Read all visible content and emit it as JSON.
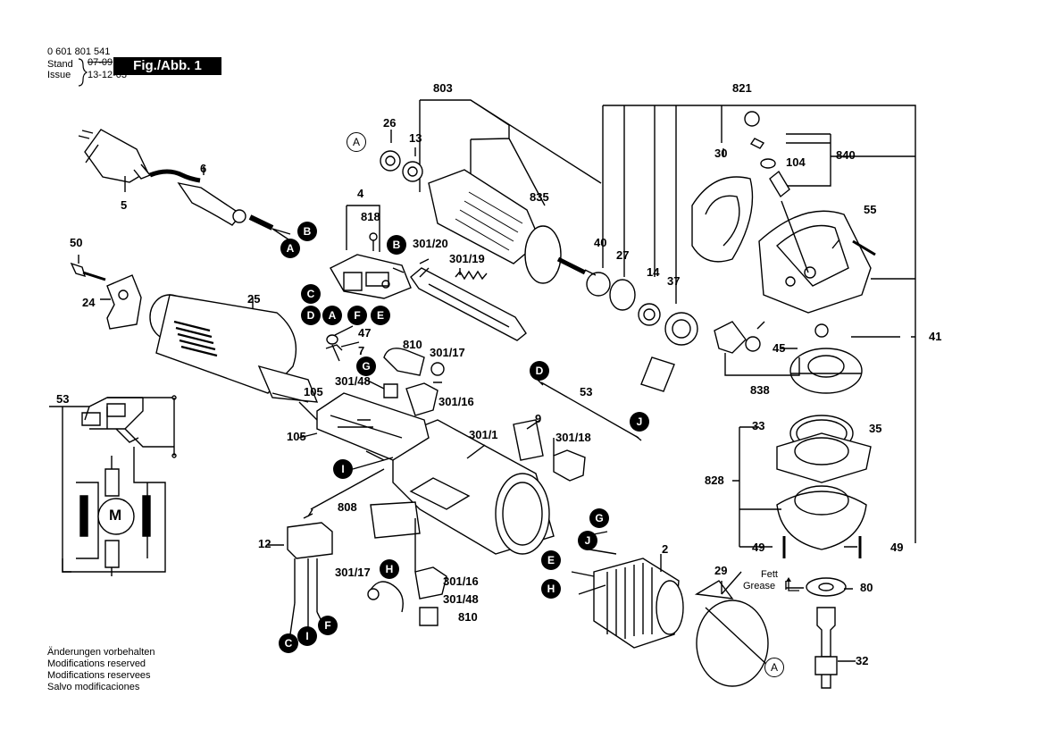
{
  "header": {
    "part_number": "0 601 801 541",
    "stand_label": "Stand",
    "issue_label": "Issue",
    "stand_value": "07-09",
    "issue_value": "13-12-03",
    "figure_label": "Fig./Abb. 1"
  },
  "footer": {
    "line1": "Änderungen vorbehalten",
    "line2": "Modifications reserved",
    "line3": "Modifications reservees",
    "line4": "Salvo modificaciones"
  },
  "grease_label": {
    "line1": "Fett",
    "line2": "Grease"
  },
  "motor_symbol": "M",
  "part_labels": {
    "p803": "803",
    "p821": "821",
    "p26": "26",
    "p13": "13",
    "p835": "835",
    "p30": "30",
    "p104": "104",
    "p840": "840",
    "p6": "6",
    "p5": "5",
    "p4": "4",
    "p818": "818",
    "p301_20": "301/20",
    "p301_19": "301/19",
    "p40": "40",
    "p27": "27",
    "p14": "14",
    "p37": "37",
    "p55": "55",
    "p50": "50",
    "p24": "24",
    "p25": "25",
    "p47": "47",
    "p7": "7",
    "p810a": "810",
    "p301_17a": "301/17",
    "p301_48a": "301/48",
    "p301_16a": "301/16",
    "p105a": "105",
    "p105b": "105",
    "p53a": "53",
    "p53b": "53",
    "p45": "45",
    "p41": "41",
    "p838": "838",
    "p9": "9",
    "p301_1": "301/1",
    "p301_18": "301/18",
    "p33": "33",
    "p35": "35",
    "p828": "828",
    "p808": "808",
    "p12": "12",
    "p2": "2",
    "p49a": "49",
    "p49b": "49",
    "p29": "29",
    "p80": "80",
    "p301_17b": "301/17",
    "p301_16b": "301/16",
    "p301_48b": "301/48",
    "p810b": "810",
    "p32": "32"
  },
  "callouts": {
    "A": "A",
    "B": "B",
    "C": "C",
    "D": "D",
    "E": "E",
    "F": "F",
    "G": "G",
    "H": "H",
    "I": "I",
    "J": "J"
  }
}
